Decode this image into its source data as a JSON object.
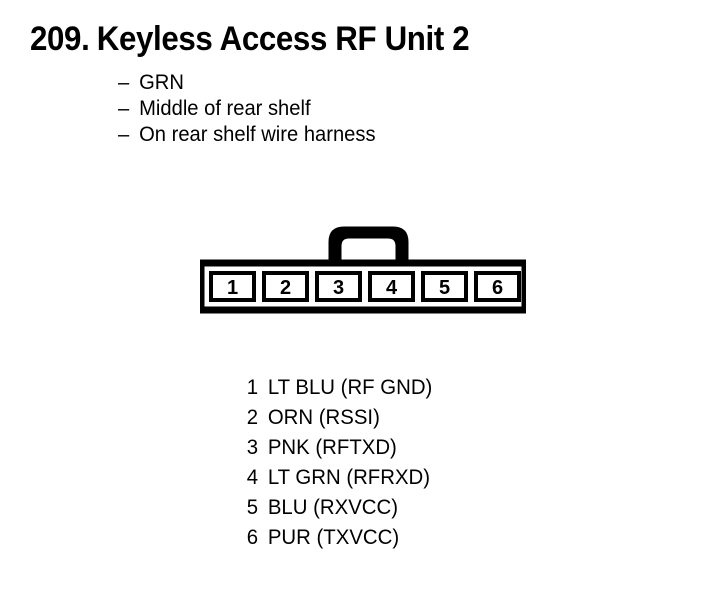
{
  "page": {
    "background_color": "#ffffff",
    "ink_color": "#000000"
  },
  "heading": {
    "number": "209.",
    "title": "Keyless Access RF Unit 2"
  },
  "notes": {
    "bullet_glyph": "–",
    "items": [
      "GRN",
      "Middle of rear shelf",
      "On rear shelf wire harness"
    ]
  },
  "connector": {
    "name": "6-way connector face view",
    "latch_position": "top-center",
    "cavity_count": 6,
    "cavities": [
      {
        "number": "1"
      },
      {
        "number": "2"
      },
      {
        "number": "3"
      },
      {
        "number": "4"
      },
      {
        "number": "5"
      },
      {
        "number": "6"
      }
    ]
  },
  "pinlist": {
    "rows": [
      {
        "pin": "1",
        "desc": "LT BLU (RF GND)"
      },
      {
        "pin": "2",
        "desc": "ORN (RSSI)"
      },
      {
        "pin": "3",
        "desc": "PNK (RFTXD)"
      },
      {
        "pin": "4",
        "desc": "LT GRN (RFRXD)"
      },
      {
        "pin": "5",
        "desc": "BLU (RXVCC)"
      },
      {
        "pin": "6",
        "desc": "PUR (TXVCC)"
      }
    ]
  }
}
